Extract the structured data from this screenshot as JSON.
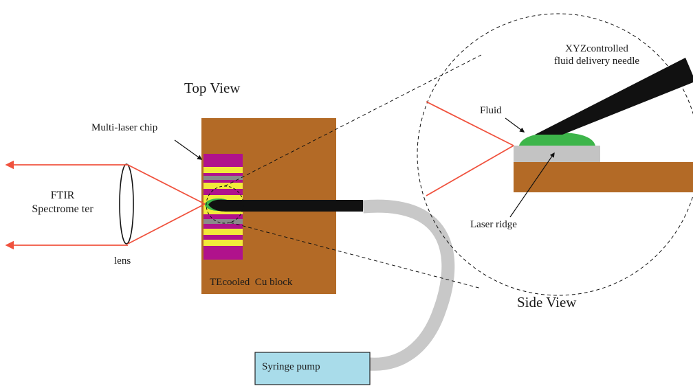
{
  "labels": {
    "top_view": "Top View",
    "side_view": "Side View",
    "multi_laser_chip": "Multi-laser chip",
    "ftir_line1": "FTIR",
    "ftir_line2": "Spectrome ter",
    "lens": "lens",
    "te_cooled_block": "TEcooled  Cu block",
    "syringe_pump": "Syringe pump",
    "xyz_line1": "XYZcontrolled",
    "xyz_line2": "fluid delivery needle",
    "fluid": "Fluid",
    "laser_ridge": "Laser ridge"
  },
  "colors": {
    "cu_block": "#b36a26",
    "chip_magenta": "#b0128c",
    "chip_yellow": "#f2ea3a",
    "chip_gray": "#8a8a8a",
    "laser_beam": "#f0523e",
    "needle": "#111111",
    "tube": "#c8c8c8",
    "fluid": "#3db54a",
    "syringe_pump": "#a9dcea",
    "ridge": "#c3c3c3"
  }
}
